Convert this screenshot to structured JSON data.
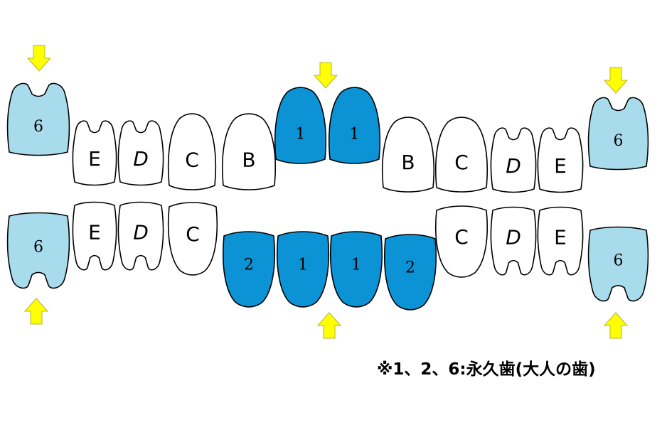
{
  "colors": {
    "permanent_molar": "#a8dced",
    "permanent_incisor": "#0b93d6",
    "primary": "#ffffff",
    "arrow": "#ffff00"
  },
  "upper_teeth": [
    {
      "label": "6",
      "type": "molar",
      "dentition": "permanent"
    },
    {
      "label": "E",
      "type": "molar",
      "dentition": "primary"
    },
    {
      "label": "D",
      "type": "molar",
      "dentition": "primary"
    },
    {
      "label": "C",
      "type": "crown",
      "dentition": "primary"
    },
    {
      "label": "B",
      "type": "crown",
      "dentition": "primary"
    },
    {
      "label": "1",
      "type": "crown",
      "dentition": "permanent"
    },
    {
      "label": "1",
      "type": "crown",
      "dentition": "permanent"
    },
    {
      "label": "B",
      "type": "crown",
      "dentition": "primary"
    },
    {
      "label": "C",
      "type": "crown",
      "dentition": "primary"
    },
    {
      "label": "D",
      "type": "molar",
      "dentition": "primary"
    },
    {
      "label": "E",
      "type": "molar",
      "dentition": "primary"
    },
    {
      "label": "6",
      "type": "molar",
      "dentition": "permanent"
    }
  ],
  "lower_teeth": [
    {
      "label": "6",
      "type": "molar",
      "dentition": "permanent"
    },
    {
      "label": "E",
      "type": "molar",
      "dentition": "primary"
    },
    {
      "label": "D",
      "type": "molar",
      "dentition": "primary"
    },
    {
      "label": "C",
      "type": "crown",
      "dentition": "primary"
    },
    {
      "label": "2",
      "type": "crown",
      "dentition": "permanent"
    },
    {
      "label": "1",
      "type": "crown",
      "dentition": "permanent"
    },
    {
      "label": "1",
      "type": "crown",
      "dentition": "permanent"
    },
    {
      "label": "2",
      "type": "crown",
      "dentition": "permanent"
    },
    {
      "label": "C",
      "type": "crown",
      "dentition": "primary"
    },
    {
      "label": "D",
      "type": "molar",
      "dentition": "primary"
    },
    {
      "label": "E",
      "type": "molar",
      "dentition": "primary"
    },
    {
      "label": "6",
      "type": "molar",
      "dentition": "permanent"
    }
  ],
  "arrows": {
    "upper": [
      "down",
      "down",
      "down"
    ],
    "lower": [
      "up",
      "up",
      "up"
    ]
  },
  "note": "※1、2、6:永久歯(大人の歯)"
}
